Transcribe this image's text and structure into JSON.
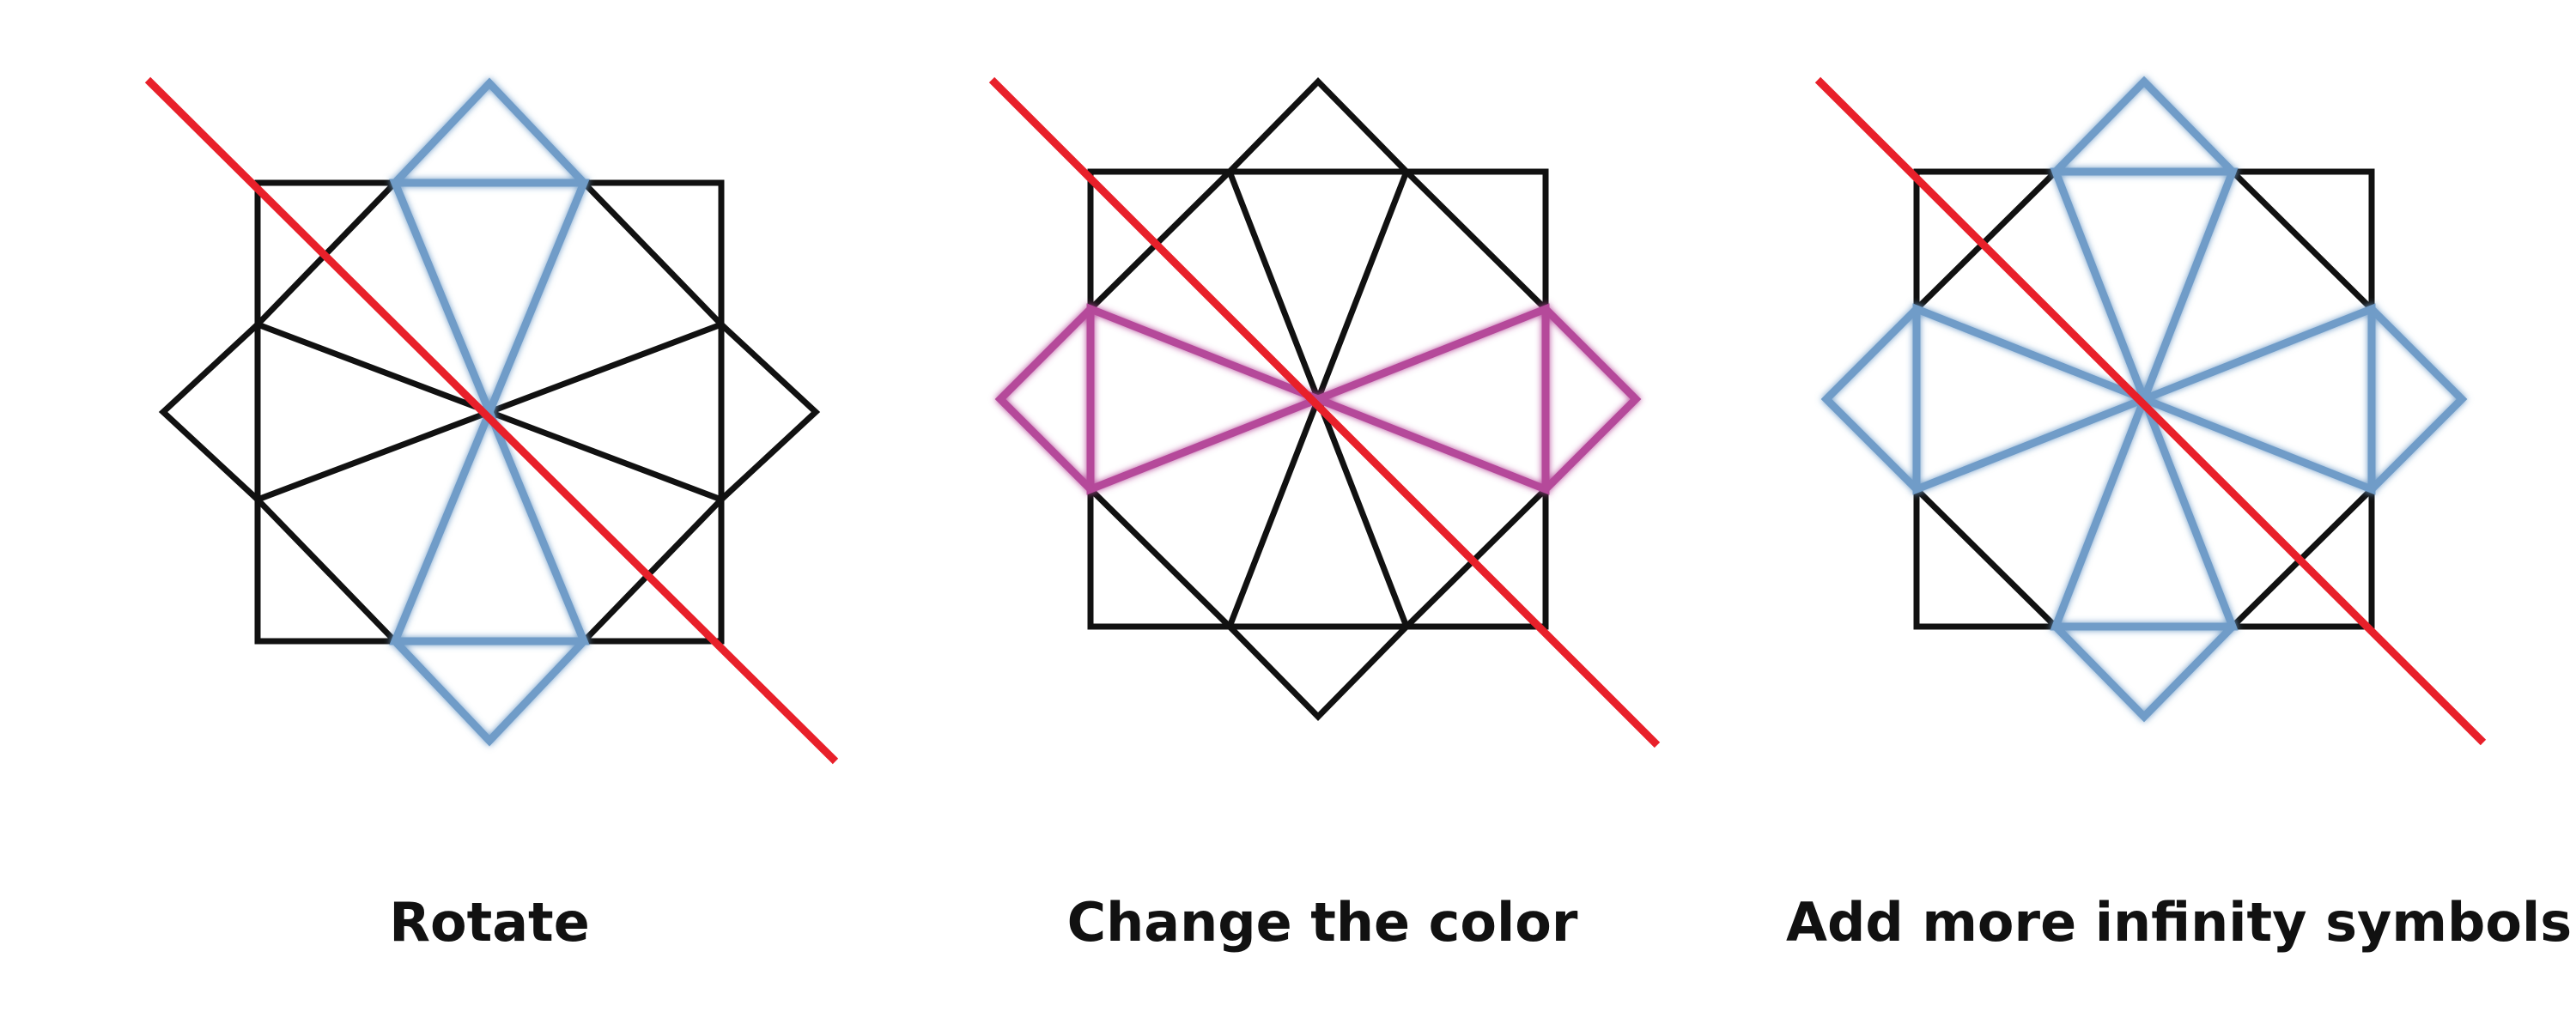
{
  "colors": {
    "outline": "#111111",
    "strike": "#e8202a",
    "highlight_blue": "#6f9cc8",
    "highlight_magenta": "#b5489a"
  },
  "panels": [
    {
      "caption": "Rotate",
      "highlight": "vertical-infinity",
      "highlight_color": "highlight_blue",
      "figure_orientation": "rotated-90"
    },
    {
      "caption": "Change the color",
      "highlight": "horizontal-infinity",
      "highlight_color": "highlight_magenta",
      "figure_orientation": "original"
    },
    {
      "caption": "Add more infinity symbols",
      "highlight": "both-infinities",
      "highlight_color": "highlight_blue",
      "figure_orientation": "original"
    }
  ]
}
